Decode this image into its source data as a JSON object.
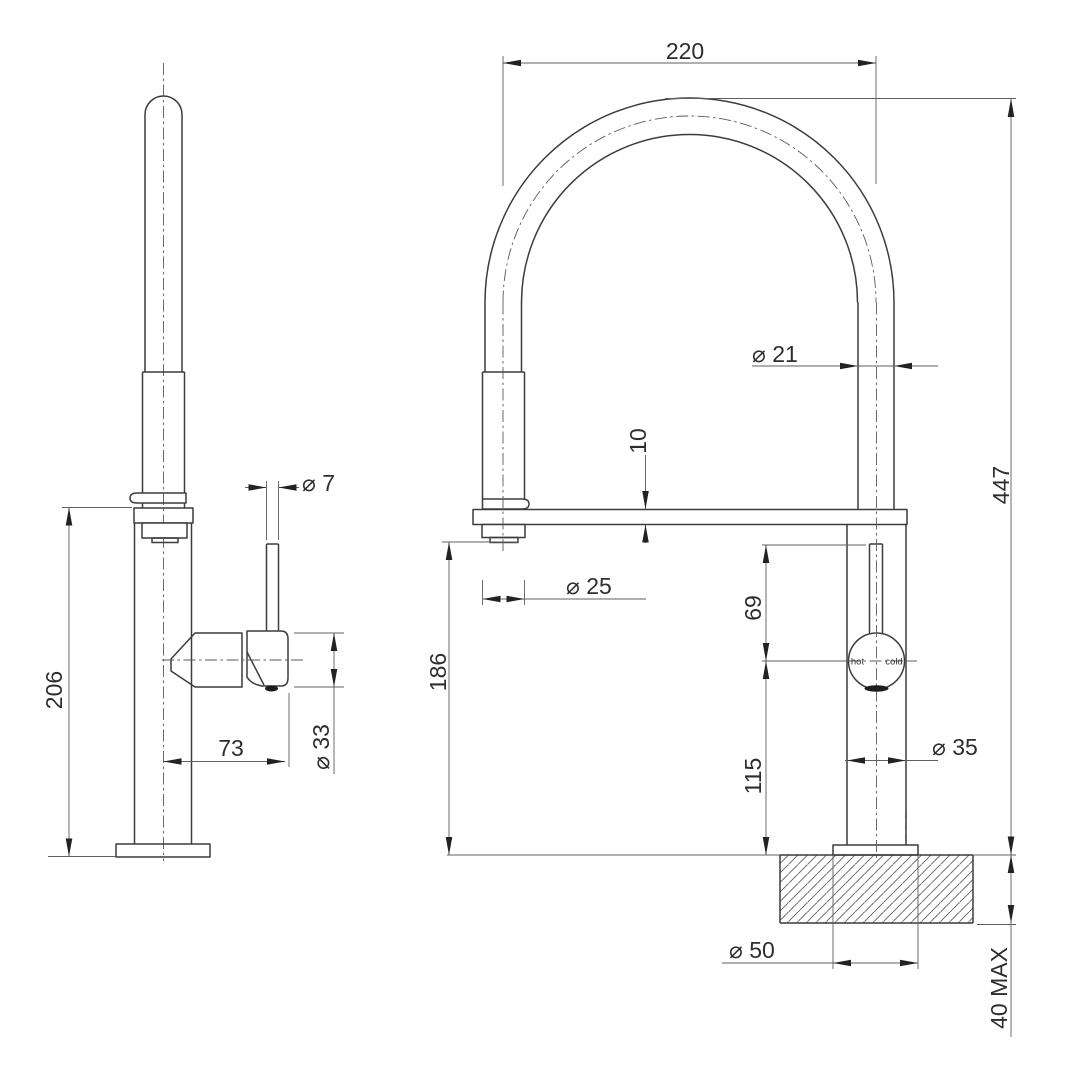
{
  "drawing": {
    "kind": "tap-dimension-drawing",
    "line_color": "#3c3c3c",
    "dim_color": "#5f5f5f",
    "text_color": "#2d2d2d"
  },
  "side_view": {
    "dims": {
      "height_to_bench": "206",
      "handle_reach": "73",
      "lever_diameter": "⌀ 7",
      "handle_diameter": "⌀ 33"
    }
  },
  "front_view": {
    "dims": {
      "width": "220",
      "total_height": "447",
      "hose_diameter": "⌀ 21",
      "plate_thickness": "10",
      "spout_diameter": "⌀ 25",
      "spout_clearance": "186",
      "lever_height": "69",
      "handle_center_height": "115",
      "body_diameter": "⌀ 35",
      "hole_diameter": "⌀ 50",
      "bench_thickness": "40 MAX"
    },
    "labels": {
      "hot": "hot",
      "cold": "cold"
    }
  }
}
